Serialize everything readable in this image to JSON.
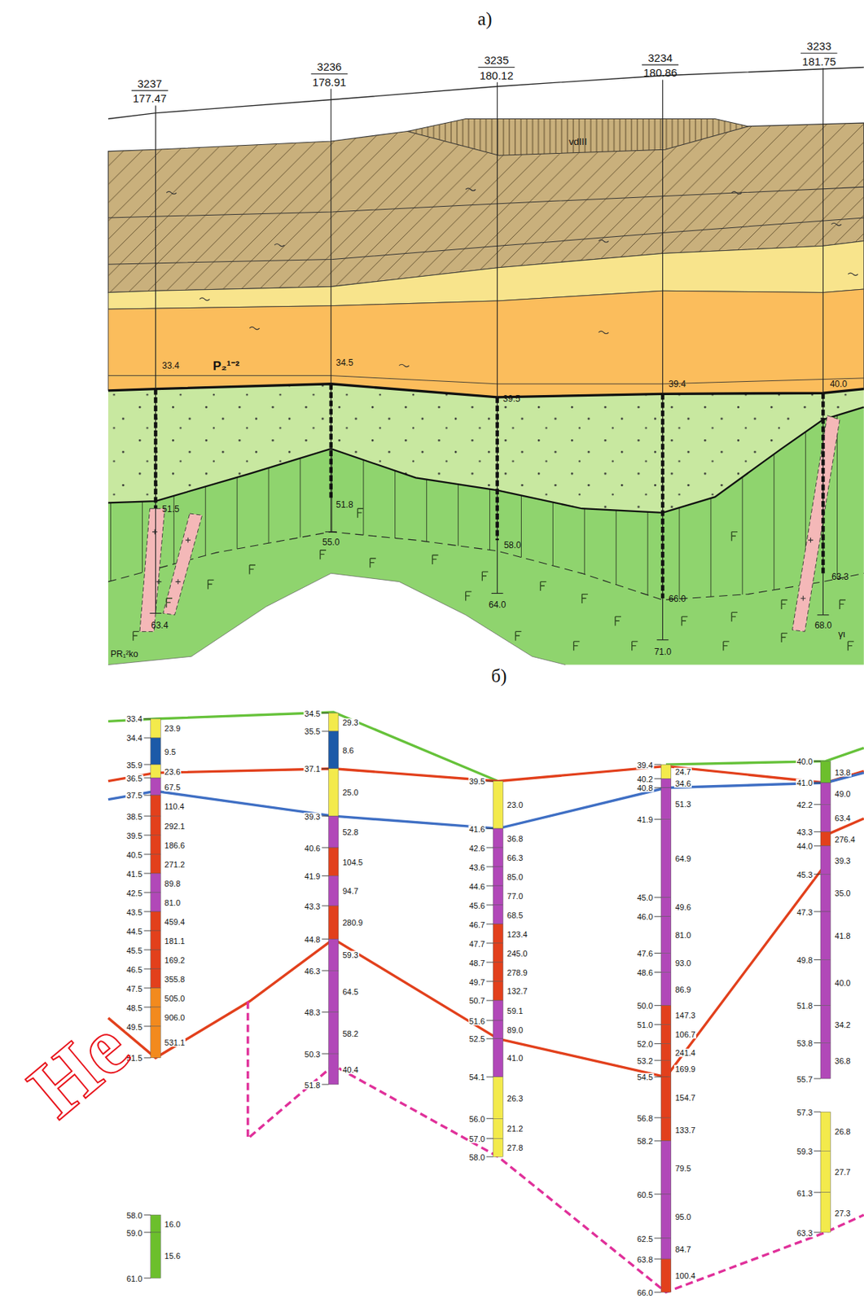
{
  "diagram": {
    "labels": [
      "a)",
      "3237",
      "177.47",
      "3236",
      "178.91",
      "3235",
      "180.12",
      "3234",
      "180.86",
      "3233",
      "181.75",
      "vdIII",
      "P₂¹⁻²",
      "PR₁²ko",
      "γι",
      "33.4",
      "51.5",
      "63.4",
      "34.5",
      "51.8",
      "55.0",
      "39.5",
      "58.0",
      "64.0",
      "39.4",
      "66.0",
      "71.0",
      "40.0",
      "63.3",
      "68.0",
      "б)",
      "33.4",
      "34.4",
      "35.9",
      "36.5",
      "37.5",
      "38.5",
      "39.5",
      "40.5",
      "41.5",
      "42.5",
      "43.5",
      "44.5",
      "45.5",
      "46.5",
      "47.5",
      "48.5",
      "49.5",
      "51.5",
      "23.9",
      "9.5",
      "23.6",
      "67.5",
      "110.4",
      "292.1",
      "186.6",
      "271.2",
      "89.8",
      "81.0",
      "459.4",
      "181.1",
      "169.2",
      "355.8",
      "505.0",
      "906.0",
      "531.1",
      "34.5",
      "35.5",
      "37.1",
      "39.3",
      "40.6",
      "41.9",
      "43.3",
      "44.8",
      "46.3",
      "48.3",
      "50.3",
      "51.8",
      "29.3",
      "8.6",
      "25.0",
      "52.8",
      "104.5",
      "94.7",
      "280.9",
      "59.3",
      "64.5",
      "58.2",
      "40.4",
      "39.5",
      "41.6",
      "42.6",
      "43.6",
      "44.6",
      "45.6",
      "46.7",
      "47.7",
      "48.7",
      "49.7",
      "50.7",
      "51.6",
      "52.5",
      "54.1",
      "56.0",
      "57.0",
      "58.0",
      "23.0",
      "36.8",
      "66.3",
      "85.0",
      "77.0",
      "68.5",
      "123.4",
      "245.0",
      "278.9",
      "132.7",
      "59.1",
      "89.0",
      "41.0",
      "26.3",
      "21.2",
      "27.8",
      "39.4",
      "40.2",
      "40.8",
      "41.9",
      "45.0",
      "46.0",
      "47.6",
      "48.6",
      "50.0",
      "51.0",
      "52.0",
      "53.2",
      "54.5",
      "56.8",
      "58.2",
      "60.5",
      "62.5",
      "63.8",
      "66.0",
      "24.7",
      "34.6",
      "51.3",
      "64.9",
      "49.6",
      "81.0",
      "93.0",
      "86.9",
      "147.3",
      "106.7",
      "241.4",
      "169.9",
      "154.7",
      "133.7",
      "79.5",
      "95.0",
      "84.7",
      "100.4",
      "40.0",
      "41.0",
      "42.2",
      "43.3",
      "44.0",
      "45.3",
      "47.3",
      "49.8",
      "51.8",
      "53.8",
      "55.7",
      "13.8",
      "49.0",
      "63.4",
      "276.4",
      "39.3",
      "35.0",
      "41.8",
      "40.0",
      "34.2",
      "36.8",
      "57.3",
      "59.3",
      "61.3",
      "63.3",
      "26.8",
      "27.7",
      "27.3",
      "58.0",
      "59.0",
      "61.0",
      "16.0",
      "15.6",
      "Не"
    ]
  }
}
